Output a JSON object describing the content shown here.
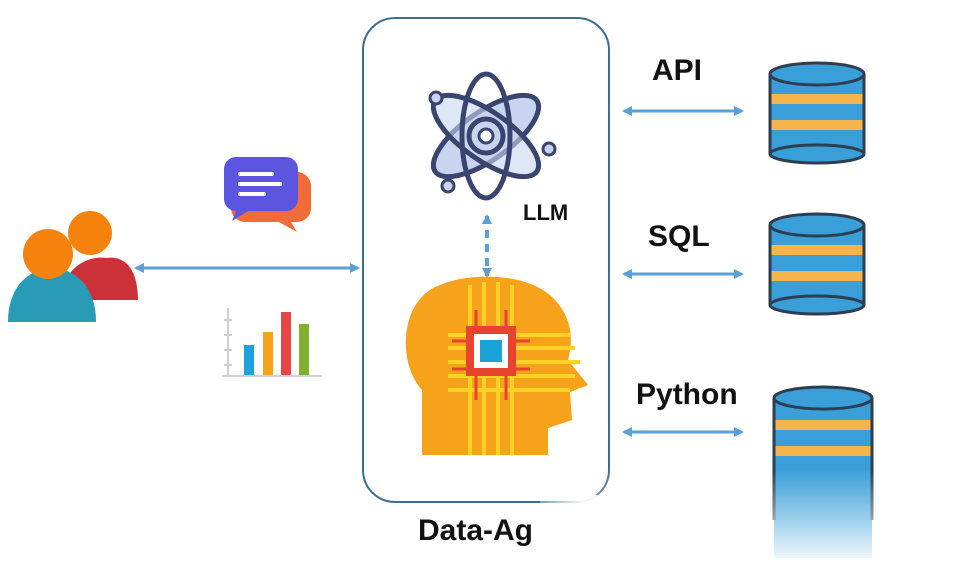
{
  "labels": {
    "llm": "LLM",
    "agent": "Data-Ag",
    "api": "API",
    "sql": "SQL",
    "python": "Python"
  },
  "icons": {
    "users": "users-icon",
    "chat": "chat-bubbles-icon",
    "chart": "bar-chart-icon",
    "llm": "atom-icon",
    "agent": "ai-head-chip-icon",
    "database": "database-icon"
  },
  "colors": {
    "arrow": "#5b9fd4",
    "box_border": "#3d6e94",
    "db_blue": "#3a9fd9",
    "db_stripe": "#f6b44c",
    "db_outline": "#2c3e50",
    "head_orange": "#f7a21b",
    "head_yellow": "#ffd226",
    "chip_red": "#e8432e",
    "chip_blue": "#1aa3d9",
    "atom_fill": "#c9d5f0",
    "atom_stroke": "#39456e"
  }
}
